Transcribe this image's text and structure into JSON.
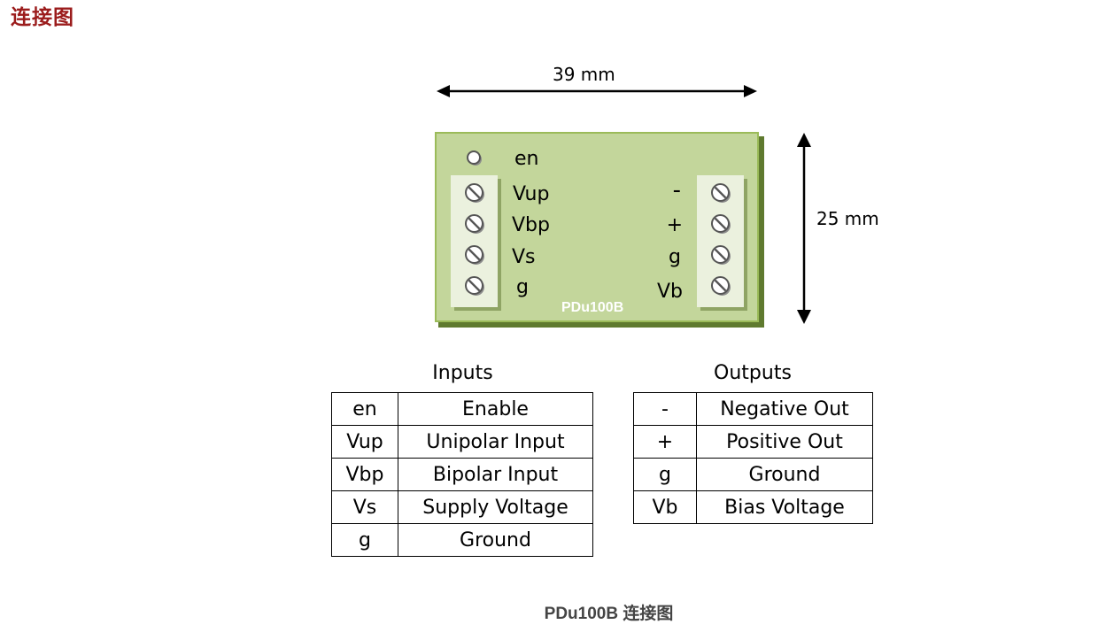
{
  "section_title": "连接图",
  "dimensions": {
    "width_label": "39 mm",
    "height_label": "25 mm"
  },
  "board": {
    "name": "PDu100B",
    "colors": {
      "board": "#c3d69b",
      "border": "#9bbb59",
      "strip": "#ebf1de",
      "title": "#9b1c1c"
    },
    "left_pins": [
      {
        "label": "en",
        "type": "led"
      },
      {
        "label": "Vup",
        "type": "screw"
      },
      {
        "label": "Vbp",
        "type": "screw"
      },
      {
        "label": "Vs",
        "type": "screw"
      },
      {
        "label": "g",
        "type": "screw"
      }
    ],
    "right_pins": [
      {
        "label": "-",
        "type": "screw"
      },
      {
        "label": "+",
        "type": "screw"
      },
      {
        "label": "g",
        "type": "screw"
      },
      {
        "label": "Vb",
        "type": "screw"
      }
    ]
  },
  "inputs_table": {
    "caption": "Inputs",
    "rows": [
      [
        "en",
        "Enable"
      ],
      [
        "Vup",
        "Unipolar Input"
      ],
      [
        "Vbp",
        "Bipolar Input"
      ],
      [
        "Vs",
        "Supply Voltage"
      ],
      [
        "g",
        "Ground"
      ]
    ]
  },
  "outputs_table": {
    "caption": "Outputs",
    "rows": [
      [
        "-",
        "Negative Out"
      ],
      [
        "+",
        "Positive Out"
      ],
      [
        "g",
        "Ground"
      ],
      [
        "Vb",
        "Bias Voltage"
      ]
    ]
  },
  "figure_caption": "PDu100B 连接图"
}
